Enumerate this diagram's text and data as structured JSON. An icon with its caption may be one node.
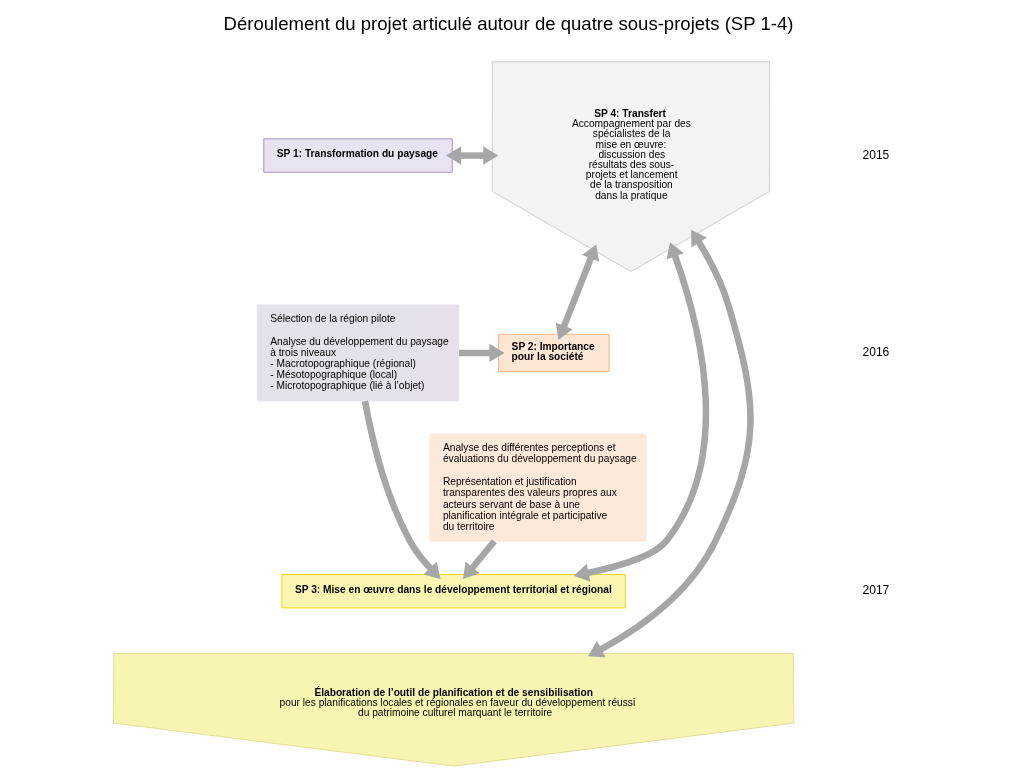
{
  "diagram": {
    "title": "Déroulement du projet articulé autour de quatre sous-projets (SP 1-4)",
    "nodes": [
      {
        "text": [
          "SP 1: Transformation du paysage"
        ]
      },
      {
        "text": [
          "Sélection de la région pilote",
          "Analyse du développement du paysage à trois niveaux",
          "- Macrotopographique (régional)",
          "- Mésotopographique (local)",
          "- Microtopographique (lié à l’objet)"
        ]
      },
      {
        "text": [
          "SP 2: Importance pour la société"
        ]
      },
      {
        "text": [
          "Analyse des différentes perceptions et évaluations du développement du paysage",
          "Représentation et justification transparentes des valeurs propres aux acteurs servant de base à une planification intégrale et participative du territoire"
        ]
      },
      {
        "text": [
          "SP 3: Mise en œuvre dans le développement territorial et régional"
        ]
      },
      {
        "text": [
          "Élaboration de l’outil de planification et de sensibilisation",
          "pour les planifications locales et régionales en faveur du développement réussi du patrimoine culturel marquant le territoire"
        ]
      },
      {
        "text": [
          "SP 4: Transfert",
          "Accompagnement par des spécialistes de la mise en œuvre: discussion des résultats des sous-projets et lancement de la transposition dans la pratique"
        ]
      }
    ],
    "edges": [
      {
        "from": 0,
        "to": 6,
        "arrow": "both"
      },
      {
        "from": 1,
        "to": 2,
        "arrow": "to"
      },
      {
        "from": 2,
        "to": 6,
        "arrow": "both"
      },
      {
        "from": 1,
        "to": 4,
        "arrow": "to"
      },
      {
        "from": 3,
        "to": 4,
        "arrow": "to"
      },
      {
        "from": 4,
        "to": 6,
        "arrow": "both"
      },
      {
        "from": 5,
        "to": 6,
        "arrow": "both"
      }
    ],
    "labels": [
      "2015",
      "2016",
      "2017"
    ]
  }
}
